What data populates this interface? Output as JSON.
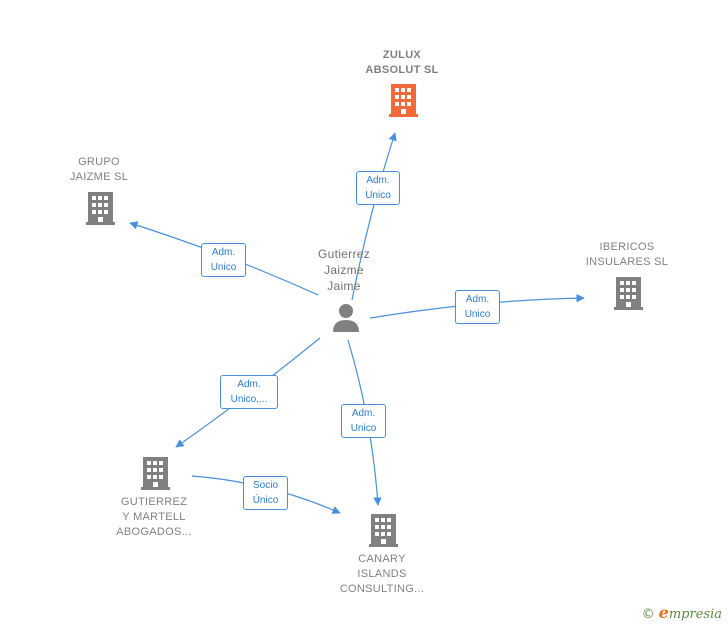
{
  "colors": {
    "edge": "#4a90d9",
    "company": "#808080",
    "main_company": "#f26a3a",
    "person": "#808080"
  },
  "nodes": {
    "person": {
      "lines": [
        "Gutierrez",
        "Jaizme",
        "Jaime"
      ],
      "icon": "person-icon"
    },
    "zulux": {
      "lines": [
        "ZULUX",
        "ABSOLUT  SL"
      ],
      "icon": "building-icon"
    },
    "grupo": {
      "lines": [
        "GRUPO",
        "JAIZME  SL"
      ],
      "icon": "building-icon"
    },
    "ibericos": {
      "lines": [
        "IBERICOS",
        "INSULARES  SL"
      ],
      "icon": "building-icon"
    },
    "gutierrez_martell": {
      "lines": [
        "GUTIERREZ",
        "Y MARTELL",
        "ABOGADOS..."
      ],
      "icon": "building-icon"
    },
    "canary": {
      "lines": [
        "CANARY",
        "ISLANDS",
        "CONSULTING..."
      ],
      "icon": "building-icon"
    }
  },
  "edges": {
    "to_zulux": {
      "lines": [
        "Adm.",
        "Unico"
      ]
    },
    "to_grupo": {
      "lines": [
        "Adm.",
        "Unico"
      ]
    },
    "to_ibericos": {
      "lines": [
        "Adm.",
        "Unico"
      ]
    },
    "to_gutierrez_martell": {
      "lines": [
        "Adm.",
        "Unico,..."
      ]
    },
    "to_canary": {
      "lines": [
        "Adm.",
        "Unico"
      ]
    },
    "gm_to_canary": {
      "lines": [
        "Socio",
        "Único"
      ]
    }
  },
  "footer": {
    "copyright_symbol": "©",
    "brand_first": "e",
    "brand_rest": "mpresia"
  }
}
